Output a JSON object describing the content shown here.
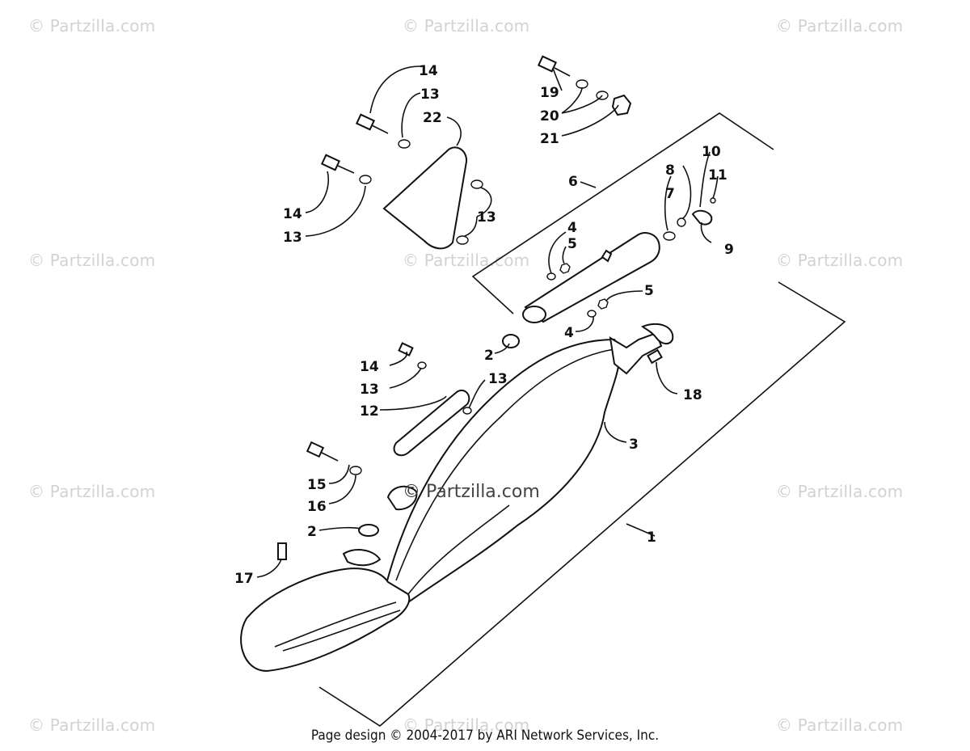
{
  "watermark": "© Partzilla.com",
  "center_watermark": "© Partzilla.com",
  "footer": "Page design © 2004-2017 by ARI Network Services, Inc.",
  "callouts": {
    "c1": "1",
    "c2a": "2",
    "c2b": "2",
    "c3": "3",
    "c4a": "4",
    "c4b": "4",
    "c5a": "5",
    "c5b": "5",
    "c6": "6",
    "c7": "7",
    "c8": "8",
    "c9": "9",
    "c10": "10",
    "c11": "11",
    "c12": "12",
    "c13a": "13",
    "c13b": "13",
    "c13c": "13",
    "c13d": "13",
    "c13e": "13",
    "c14a": "14",
    "c14b": "14",
    "c14c": "14",
    "c15": "15",
    "c16": "16",
    "c17": "17",
    "c18": "18",
    "c19": "19",
    "c20": "20",
    "c21": "21",
    "c22": "22"
  }
}
